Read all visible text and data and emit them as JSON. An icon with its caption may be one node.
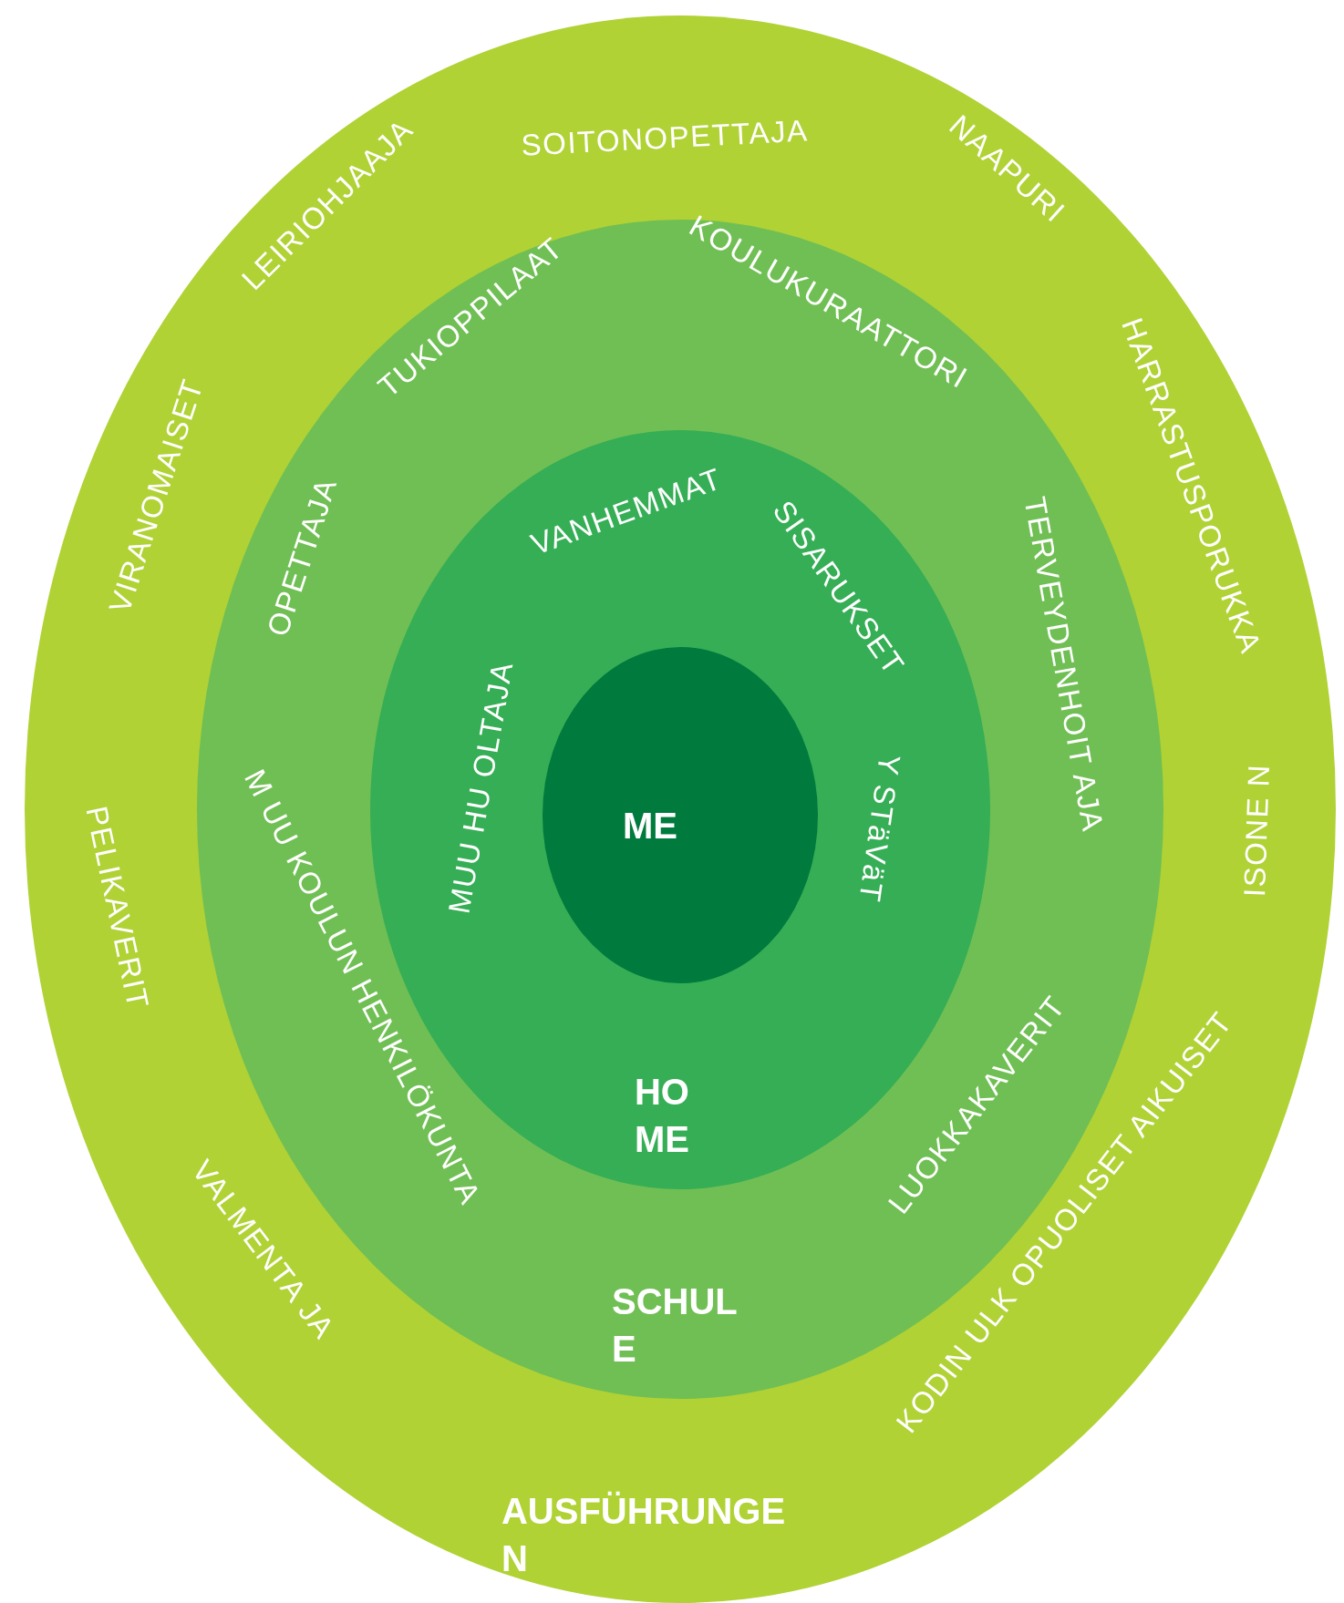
{
  "diagram": {
    "nodes": [
      {
        "text": [
          "AUSFÜHRUNGEN"
        ]
      },
      {
        "text": [
          "SCHULE"
        ],
        "in": 0
      },
      {
        "text": [
          "HOME"
        ],
        "in": 1
      },
      {
        "text": [
          "ME"
        ],
        "in": 2
      }
    ],
    "labels": [
      "LEIRIOHJAAJA",
      "SOITONOPETTAJA",
      "NAAPURI",
      "KOULUKURAATTORI",
      "TUKIOPPILAAT",
      "HARRASTUSPORUKKA",
      "VIRANOMAISET",
      "VANHEMMAT",
      "SISARUKSET",
      "OPETTAJA",
      "TERVEYDENHOIT AJA",
      "MUU HU OLTAJA",
      "Y STäVäT",
      "M UU KOULUN HENKILÖKUNTA",
      "ISONE N",
      "PELIKAVERIT",
      "LUOKKAKAVERIT",
      "VALMENTA JA",
      "KODIN ULK OPUOLISET AIKUISET"
    ]
  }
}
